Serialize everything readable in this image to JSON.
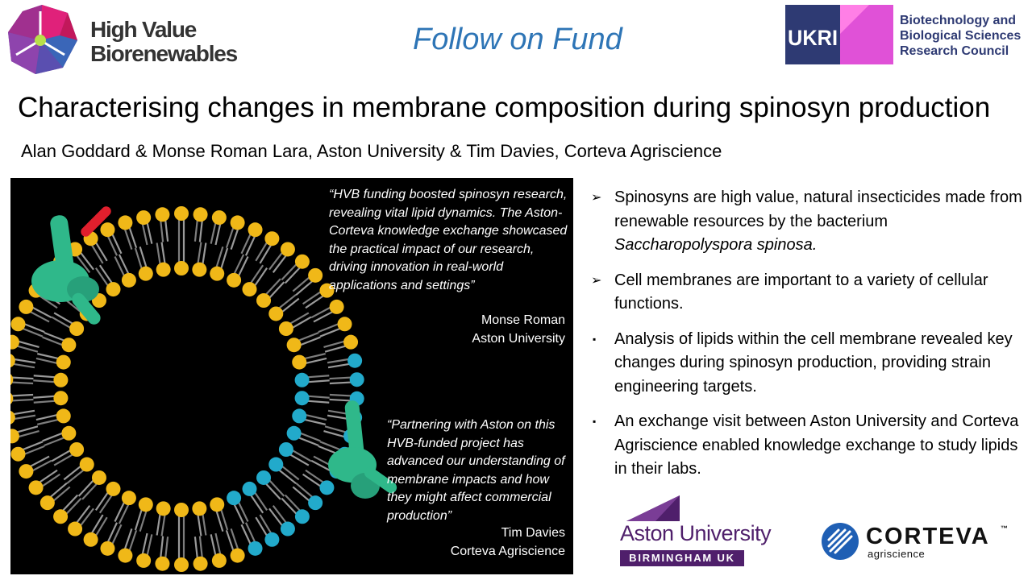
{
  "header": {
    "hvb_logo": {
      "line1": "High Value",
      "line2": "Biorenewables"
    },
    "title": "Follow on Fund",
    "ukri_logo": {
      "mark": "UKRI",
      "council_lines": [
        "Biotechnology and",
        "Biological Sciences",
        "Research Council"
      ]
    }
  },
  "title": "Characterising changes in membrane composition during spinosyn production",
  "authors": "Alan Goddard & Monse Roman Lara, Aston University & Tim Davies, Corteva Agriscience",
  "image_panel": {
    "quotes": [
      {
        "text": "“HVB funding boosted spinosyn research, revealing vital lipid dynamics. The Aston-Corteva knowledge exchange showcased the practical impact of our research, driving innovation in real-world applications and settings”",
        "name": "Monse Roman",
        "org": "Aston University"
      },
      {
        "text": "“Partnering with Aston on this HVB-funded project has advanced our understanding of membrane impacts and how they might affect commercial production”",
        "name": "Tim Davies",
        "org": "Corteva Agriscience"
      }
    ],
    "colors": {
      "head_yellow": "#f0b818",
      "head_cyan": "#22aacb",
      "protein": "#2fb88a",
      "molecule": "#e01f2d"
    }
  },
  "bullets": [
    {
      "marker": "➢",
      "text": "Spinosyns are high value, natural insecticides made from renewable resources by the bacterium ",
      "italic": "Saccharopolyspora  spinosa."
    },
    {
      "marker": "➢",
      "text": "Cell membranes are important to a variety of cellular functions.",
      "italic": ""
    },
    {
      "marker": "▪",
      "text": "Analysis of lipids within the cell membrane revealed key changes during spinosyn production, providing strain engineering targets.",
      "italic": ""
    },
    {
      "marker": "▪",
      "text": " An exchange visit between Aston University and Corteva Agriscience enabled knowledge exchange to study lipids in their labs.",
      "italic": ""
    }
  ],
  "footer_logos": {
    "aston": {
      "name": "Aston University",
      "city": "BIRMINGHAM UK",
      "color": "#4f1f6b"
    },
    "corteva": {
      "name": "CORTEVA",
      "tm": "™",
      "sub": "agriscience",
      "color": "#1f5fb4"
    }
  }
}
